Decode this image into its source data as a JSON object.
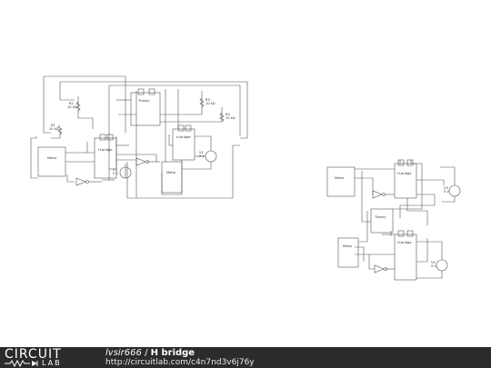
{
  "schematic": {
    "labels": {
      "theory": "Theory",
      "hbridge": "H-bridge",
      "motor": "Motor",
      "r1": "R1",
      "r1_val": "10 kΩ",
      "r2": "R2",
      "r2_val": "10 kΩ",
      "r3": "R3",
      "r3_val": "10 kΩ",
      "r4": "R4",
      "r4_val": "10 kΩ",
      "v1": "V1",
      "v1_val": "5 V",
      "v2": "V2",
      "v2_val": "5 V",
      "v3": "V3",
      "v3_val": "5 V",
      "v4": "V4",
      "v4_val": "5 V"
    }
  },
  "footer": {
    "logo_top": "CIRCUIT",
    "logo_bottom": "LAB",
    "author": "lvsir666",
    "separator": " / ",
    "project": "H bridge",
    "url": "http://circuitlab.com/c4n7nd3v6j76y"
  },
  "colors": {
    "wire": "#555555",
    "footer_bg": "#2b2b2b",
    "accent": "#ffffff"
  }
}
